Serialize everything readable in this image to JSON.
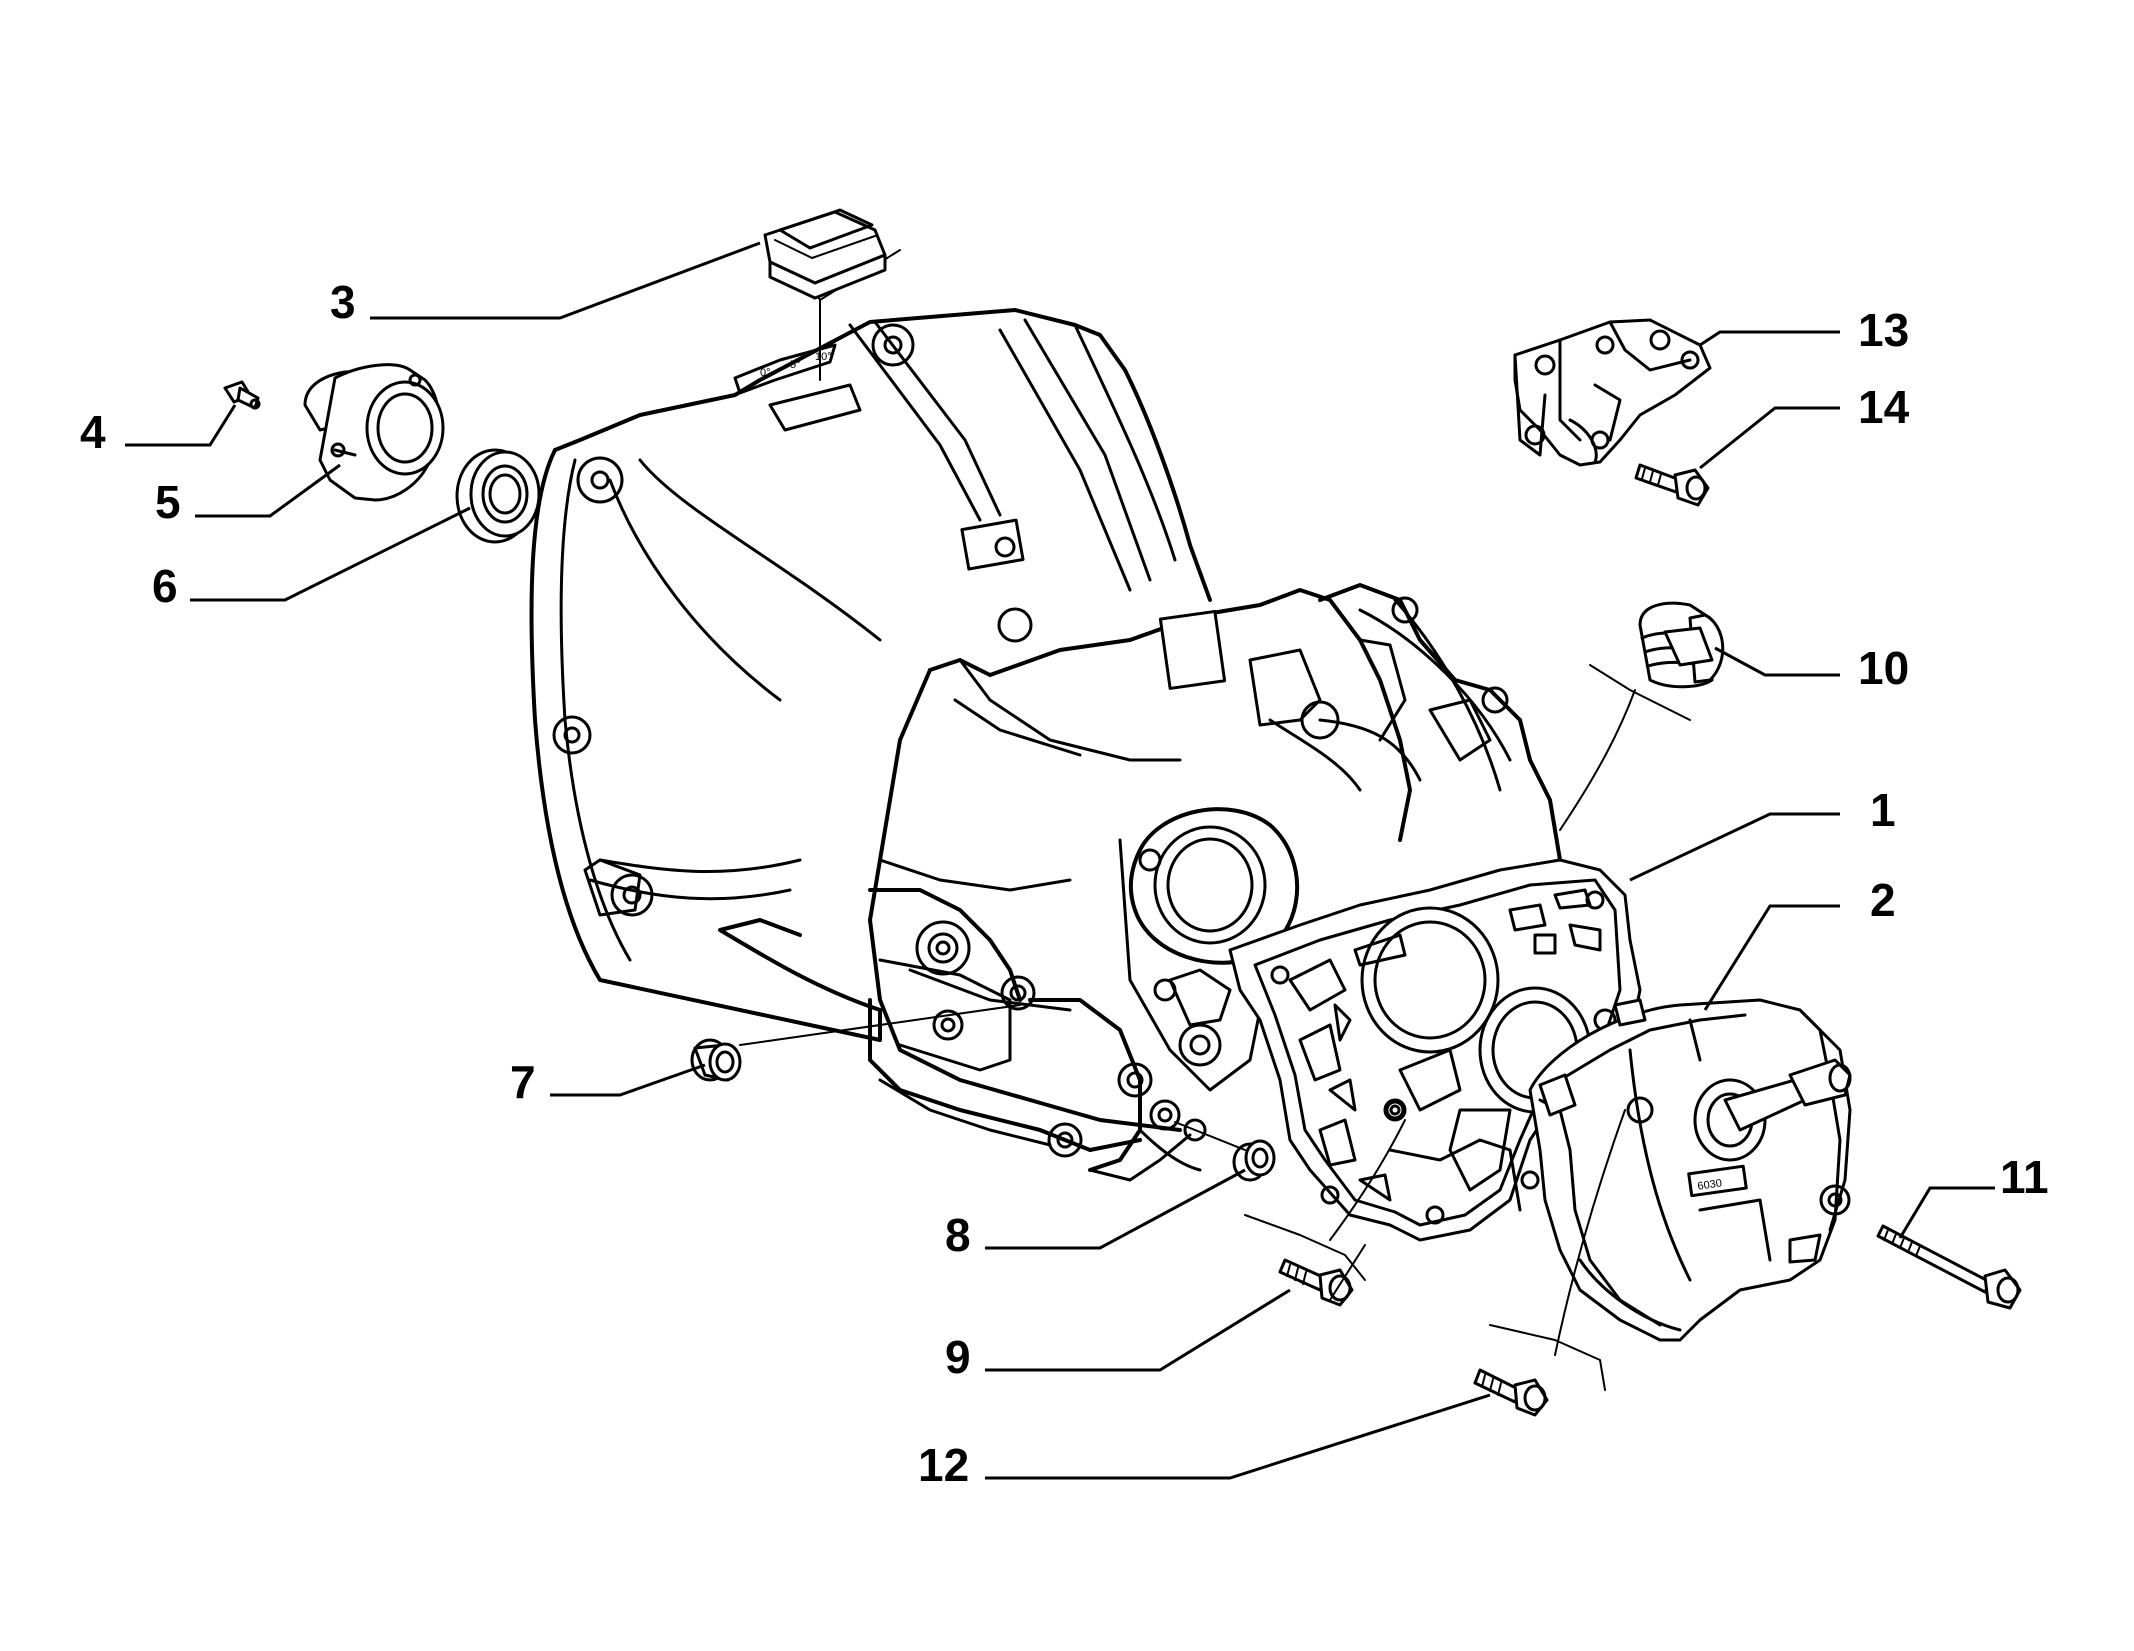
{
  "diagram": {
    "callouts": [
      {
        "id": "1",
        "label": "1"
      },
      {
        "id": "2",
        "label": "2"
      },
      {
        "id": "3",
        "label": "3"
      },
      {
        "id": "4",
        "label": "4"
      },
      {
        "id": "5",
        "label": "5"
      },
      {
        "id": "6",
        "label": "6"
      },
      {
        "id": "7",
        "label": "7"
      },
      {
        "id": "8",
        "label": "8"
      },
      {
        "id": "9",
        "label": "9"
      },
      {
        "id": "10",
        "label": "10"
      },
      {
        "id": "11",
        "label": "11"
      },
      {
        "id": "12",
        "label": "12"
      },
      {
        "id": "13",
        "label": "13"
      },
      {
        "id": "14",
        "label": "14"
      }
    ],
    "label_tag_scale": [
      "0°",
      "5°",
      "10°"
    ],
    "cover_stamp": "6030"
  }
}
